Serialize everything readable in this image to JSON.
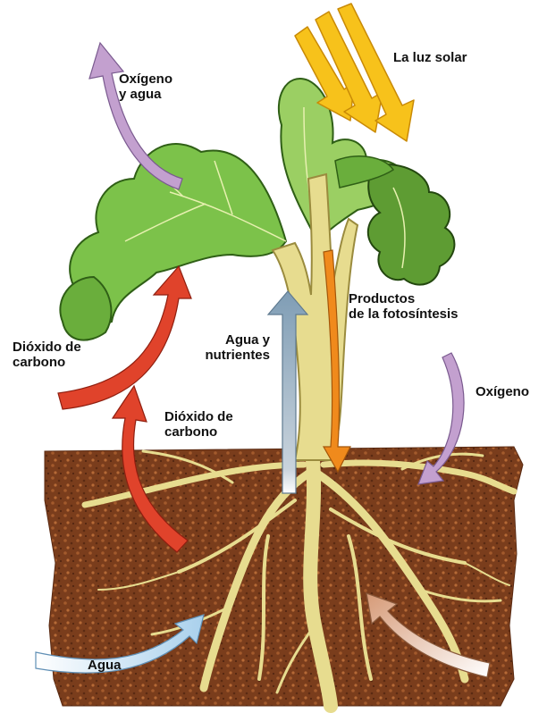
{
  "labels": {
    "sunlight": "La luz solar",
    "oxygen_water": [
      "Oxígeno",
      "y agua"
    ],
    "co2_air": [
      "Dióxido de",
      "carbono"
    ],
    "co2_soil": [
      "Dióxido de",
      "carbono"
    ],
    "water_nutrients": [
      "Agua y",
      "nutrientes"
    ],
    "photosynthesis_products": [
      "Productos",
      "de la fotosíntesis"
    ],
    "oxygen_soil": "Oxígeno",
    "water": "Agua"
  },
  "colors": {
    "sunlight_arrow": "#f7c21b",
    "oxygen_arrow": "#c3a0cf",
    "co2_arrow": "#e0432b",
    "water_nutrients_arrow": "#8fa9bf",
    "products_arrow": "#f08a1c",
    "water_arrow": "#a9d0ec",
    "soil_arrow": "#d69a77",
    "soil": "#7a3d1c",
    "leaf": "#7cc24a",
    "stem": "#e7dc8f"
  }
}
